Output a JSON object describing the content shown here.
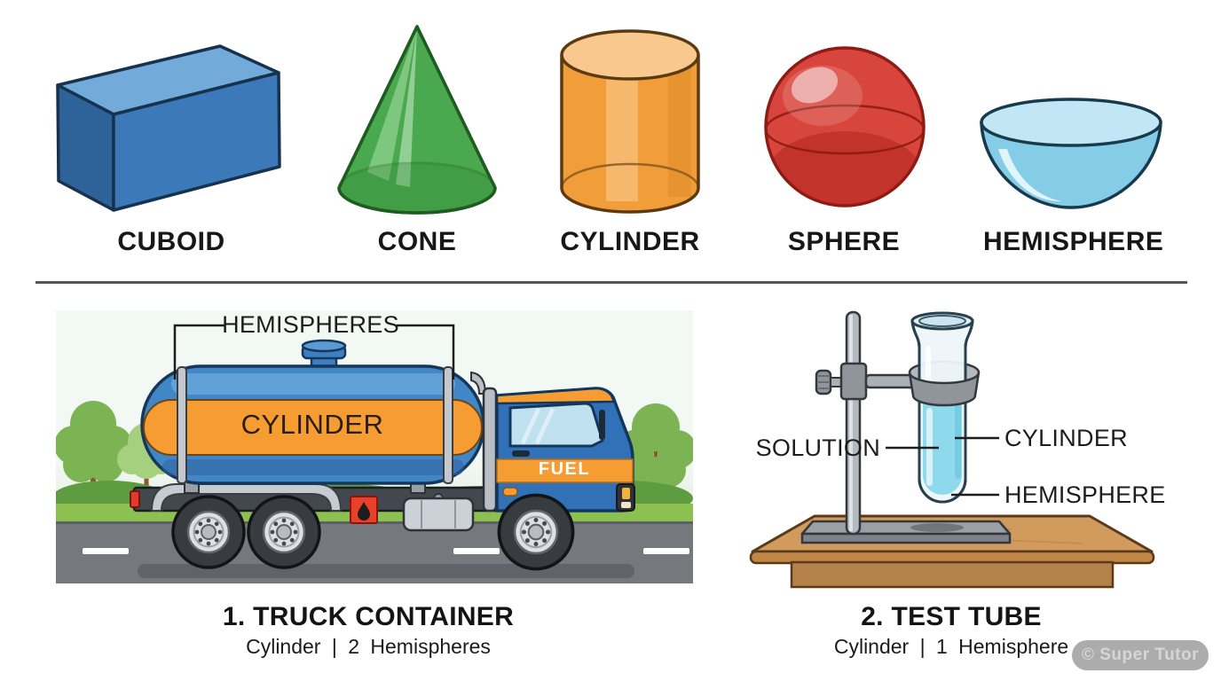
{
  "shapes": [
    {
      "name": "cuboid",
      "label": "CUBOID"
    },
    {
      "name": "cone",
      "label": "CONE"
    },
    {
      "name": "cylinder",
      "label": "CYLINDER"
    },
    {
      "name": "sphere",
      "label": "SPHERE"
    },
    {
      "name": "hemisphere",
      "label": "HEMISPHERE"
    }
  ],
  "truck": {
    "annotation": "HEMISPHERES",
    "tank_text": "CYLINDER",
    "cab_text": "FUEL",
    "caption_title": "1. TRUCK CONTAINER",
    "caption_sub": "Cylinder | 2 Hemispheres"
  },
  "test_tube": {
    "label_solution": "SOLUTION",
    "label_cylinder": "CYLINDER",
    "label_hemisphere": "HEMISPHERE",
    "caption_title": "2. TEST TUBE",
    "caption_sub": "Cylinder | 1 Hemisphere"
  },
  "watermark": {
    "text": "© Super Tutor"
  },
  "colors": {
    "cuboid_top": "#72aad9",
    "cuboid_front": "#3c79b8",
    "cuboid_side": "#2e6399",
    "cone_green": "#4aa84e",
    "cyl_orange": "#f09d3a",
    "cyl_top": "#f8c88e",
    "sphere_red": "#d8453c",
    "hemi_blue": "#85cde7",
    "hemi_inner": "#c2e7f4",
    "scene_bg_top": "#f2f8f4",
    "scene_bg_bottom": "#e3efe0",
    "tree_green": "#7cb453",
    "tree_light": "#a5d17e",
    "bush_green": "#5e9c40",
    "grass_green": "#8cc152",
    "trunk_brown": "#8a5a33",
    "road_gray": "#75797e",
    "tank_blue": "#4186c6",
    "band_orange": "#f59d32",
    "chassis_dark": "#43484e",
    "cab_blue": "#3071b8",
    "window_blue": "#bfe0ee",
    "placard_red": "#e8402a",
    "liquid_blue": "#8ed9ec",
    "wood": "#d29b5e",
    "wood_edge": "#c08747",
    "wood_apron": "#b5814b",
    "metal": "#b4b9bf",
    "metal_dark": "#8f959b",
    "ink": "#1d1d1d"
  }
}
